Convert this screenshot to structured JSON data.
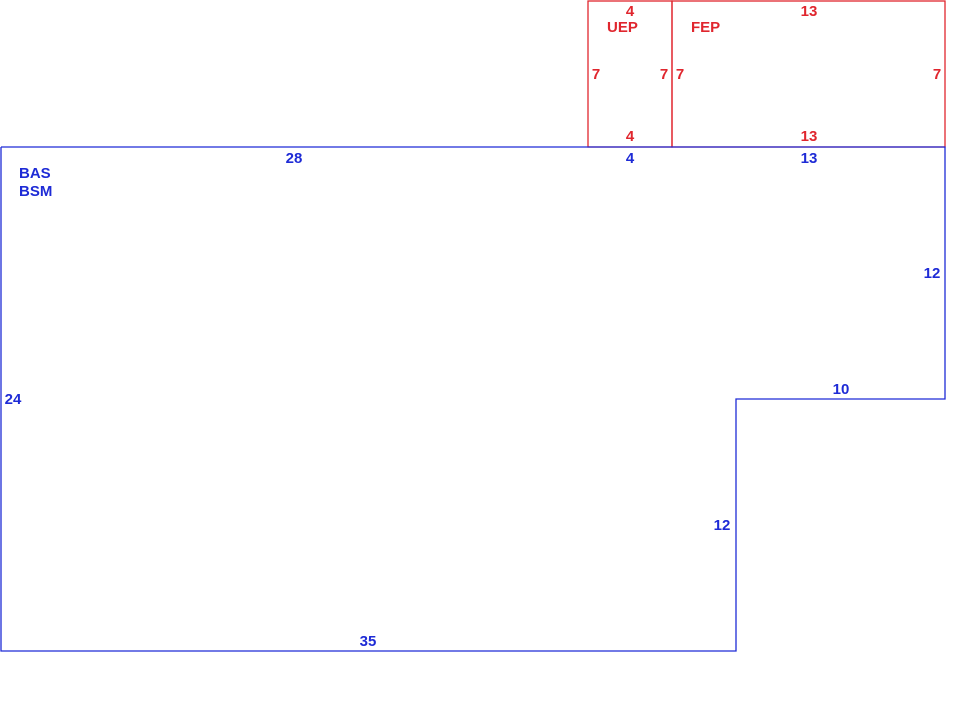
{
  "colors": {
    "main_area": "#1e2bd6",
    "porch_area": "#e0262e",
    "background": "#ffffff"
  },
  "uep": {
    "label": "UEP",
    "top": "4",
    "bottom": "4",
    "left": "7",
    "right": "7"
  },
  "fep": {
    "label": "FEP",
    "top": "13",
    "bottom": "13",
    "left": "7",
    "right": "7"
  },
  "main": {
    "label_line1": "BAS",
    "label_line2": "BSM",
    "top_left": "28",
    "top_mid": "4",
    "top_right": "13",
    "right_upper": "12",
    "step": "10",
    "right_lower": "12",
    "bottom": "35",
    "left": "24"
  }
}
